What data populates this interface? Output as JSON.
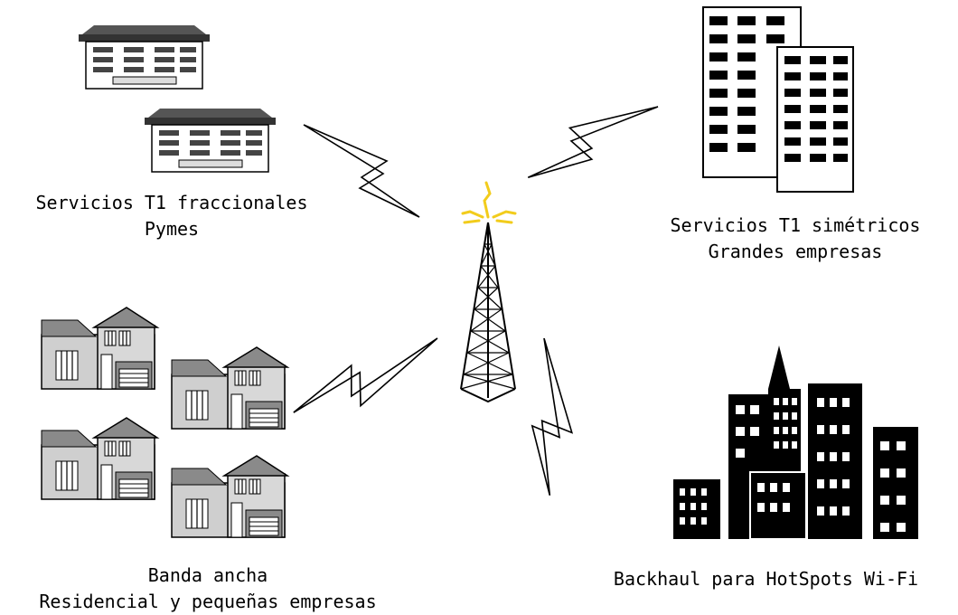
{
  "labels": {
    "top_left": {
      "line1": "Servicios T1 fraccionales",
      "line2": "Pymes"
    },
    "top_right": {
      "line1": "Servicios T1 simétricos",
      "line2": "Grandes empresas"
    },
    "bottom_left": {
      "line1": "Banda ancha",
      "line2": "Residencial y pequeñas empresas"
    },
    "bottom_right": {
      "line1": "Backhaul para HotSpots Wi-Fi"
    }
  },
  "icons": {
    "center": "radio-tower-icon",
    "top_left": "office-building-icon",
    "top_right": "skyscraper-icon",
    "bottom_left": "house-icon",
    "bottom_right": "city-skyline-icon",
    "links": "lightning-bolt-icon"
  },
  "colors": {
    "signal": "#f2cc1c",
    "ink": "#000000",
    "house_fill": "#cfcfcf",
    "roof": "#8a8a8a"
  }
}
